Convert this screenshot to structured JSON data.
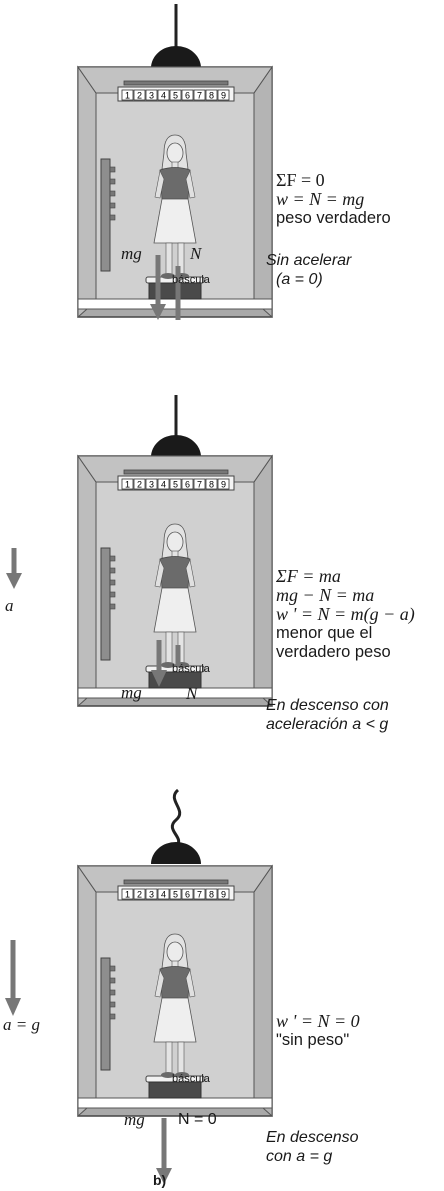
{
  "floor_buttons": [
    "1",
    "2",
    "3",
    "4",
    "5",
    "6",
    "7",
    "8",
    "9"
  ],
  "panels": [
    {
      "equations": [
        "ΣF = 0",
        "w = N = mg",
        "peso verdadero"
      ],
      "caption": [
        "Sin acelerar",
        "(a = 0)"
      ],
      "force_left": "mg",
      "force_right": "N",
      "scale_label": "báscula"
    },
    {
      "accel_label": "a",
      "equations": [
        "ΣF = ma",
        "mg − N = ma",
        "w ' = N = m(g − a)",
        "menor que el",
        "verdadero peso"
      ],
      "caption": [
        "En descenso con",
        "aceleración a < g"
      ],
      "force_left": "mg",
      "force_right": "N",
      "scale_label": "báscula"
    },
    {
      "accel_label": "a = g",
      "equations": [
        "w ' = N = 0",
        "\"sin peso\""
      ],
      "caption": [
        "En descenso",
        "con a = g"
      ],
      "force_left": "mg",
      "force_right": "N = 0",
      "scale_label": "báscula"
    }
  ],
  "panel_letter": "b)"
}
